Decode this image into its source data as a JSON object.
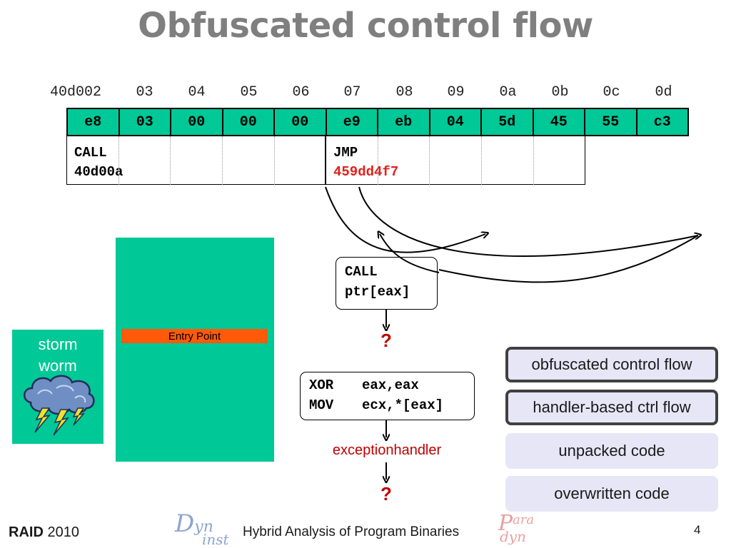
{
  "title": "Obfuscated control flow",
  "addresses": [
    "40d002",
    "03",
    "04",
    "05",
    "06",
    "07",
    "08",
    "09",
    "0a",
    "0b",
    "0c",
    "0d"
  ],
  "bytes": [
    "e8",
    "03",
    "00",
    "00",
    "00",
    "e9",
    "eb",
    "04",
    "5d",
    "45",
    "55",
    "c3"
  ],
  "decoded": {
    "call": {
      "op": "CALL",
      "target": "40d00a"
    },
    "jmp": {
      "op": "JMP",
      "target": "459dd4f7"
    }
  },
  "entry_point_label": "Entry Point",
  "storm_worm": {
    "line1": "storm",
    "line2": "worm",
    "icon": "storm-cloud-icon"
  },
  "call_box": {
    "line1": "CALL",
    "line2": "ptr[eax]"
  },
  "unknown_mark": "?",
  "xor_box": {
    "lines": [
      {
        "op": "XOR",
        "args": "eax,eax"
      },
      {
        "op": "MOV",
        "args": "ecx,*[eax]"
      }
    ]
  },
  "exception_label": "exceptionhandler",
  "legend": [
    {
      "label": "obfuscated control flow",
      "active": true
    },
    {
      "label": "handler-based ctrl flow",
      "active": true
    },
    {
      "label": "unpacked code",
      "active": false
    },
    {
      "label": "overwritten code",
      "active": false
    }
  ],
  "footer": {
    "raid_bold": "RAID",
    "raid_year": "2010",
    "center_text": "Hybrid Analysis of Program Binaries",
    "page_number": "4",
    "logo_dyninst": {
      "D": "D",
      "yn": "yn",
      "inst": "inst"
    },
    "logo_paradyn": {
      "P": "P",
      "ara": "ara",
      "dyn": "dyn"
    }
  },
  "colors": {
    "title": "#7f7f7f",
    "green": "#00c896",
    "orange": "#ff5a0a",
    "red": "#e0201a",
    "legend_bg": "#e6e6f7"
  }
}
